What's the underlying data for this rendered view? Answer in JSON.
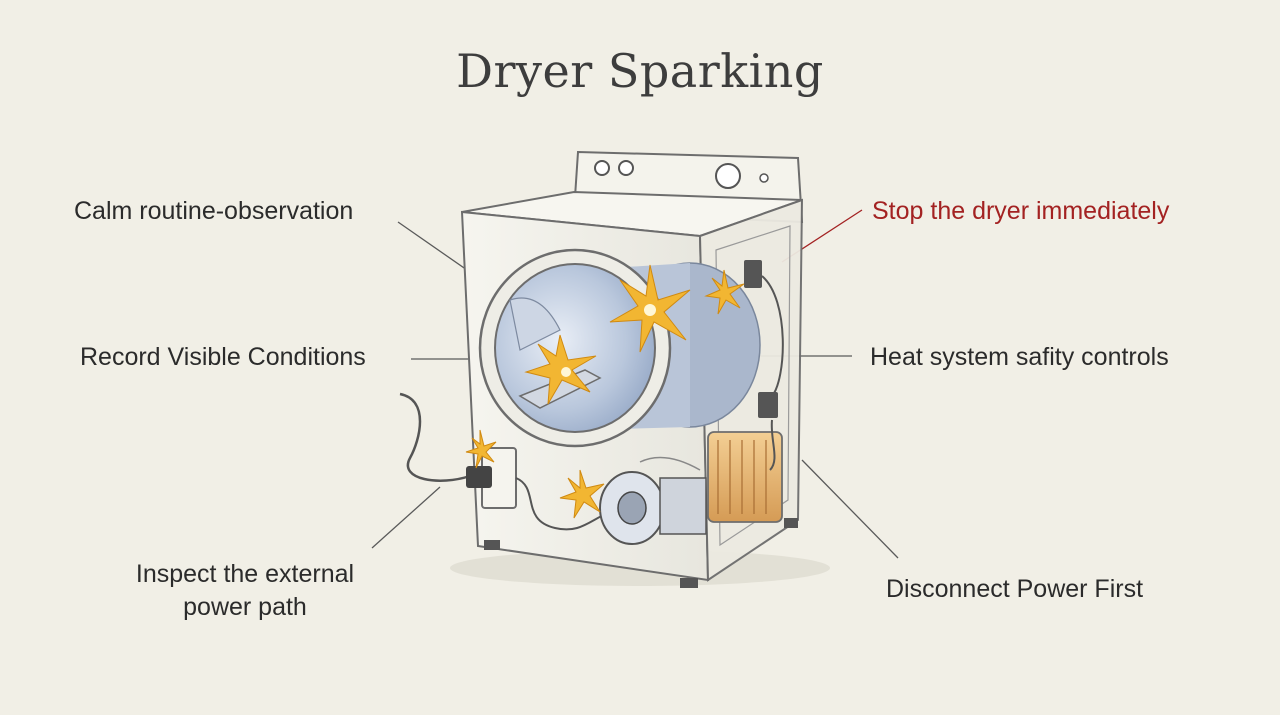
{
  "title": "Dryer Sparking",
  "labels": {
    "calm": "Calm routine-observation",
    "record": "Record Visible Conditions",
    "inspect": "Inspect the external power path",
    "stop": "Stop the dryer immediately",
    "heat": "Heat system safity controls",
    "disconnect": "Disconnect Power First"
  },
  "colors": {
    "background": "#f1efe6",
    "warning_text": "#a32222",
    "spark": "#f2b632",
    "line": "#555555"
  },
  "icons": [
    "dryer-illustration",
    "spark-icon",
    "power-plug-icon",
    "heating-element-icon",
    "motor-icon",
    "thermostat-icon"
  ]
}
